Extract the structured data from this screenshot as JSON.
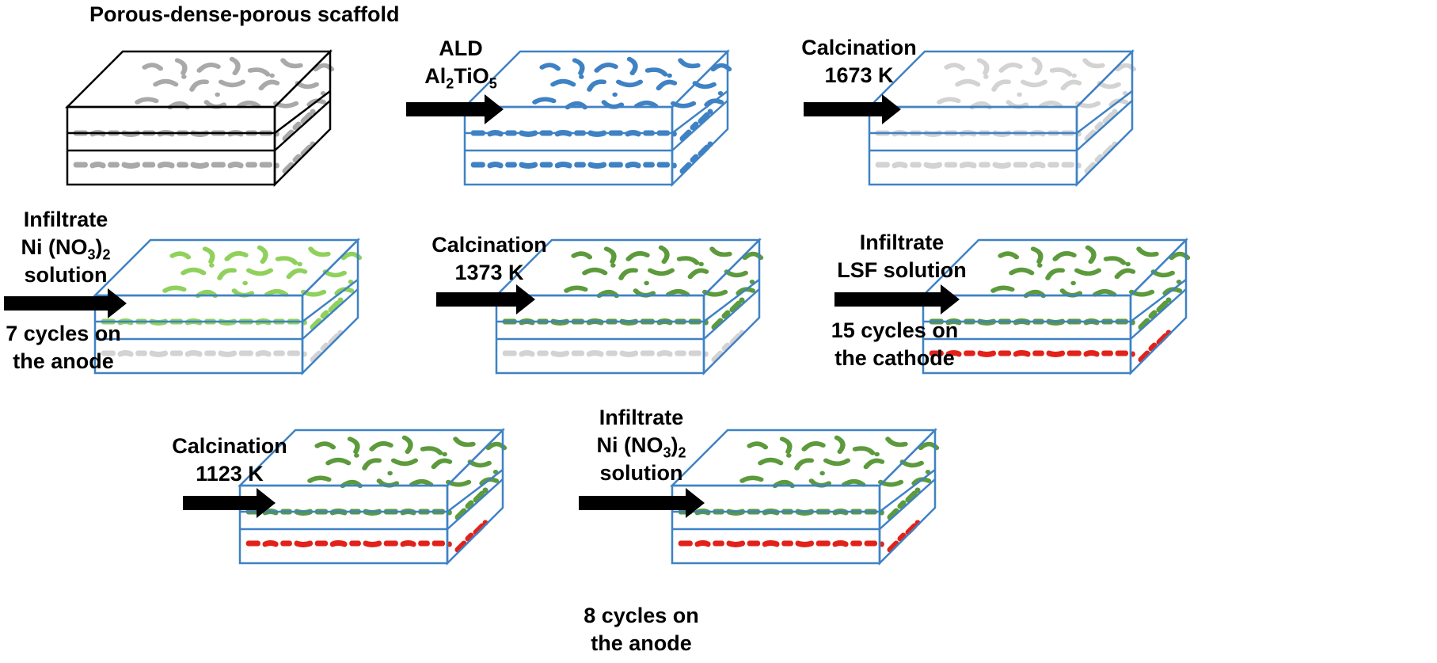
{
  "title": "Porous-dense-porous scaffold",
  "colors": {
    "outline_black": "#000000",
    "outline_blue": "#3f82c4",
    "pore_gray": "#a9a9a9",
    "pore_light_gray": "#d3d3d3",
    "pore_blue": "#3f82c4",
    "pore_light_green": "#8fd15c",
    "pore_green": "#5c9a3c",
    "pore_red": "#e2221a",
    "arrow": "#000000"
  },
  "scaffolds": [
    {
      "id": "s1",
      "outline": "outline_black",
      "top": "pore_gray",
      "anode": "pore_gray",
      "cathode": "pore_gray"
    },
    {
      "id": "s2",
      "outline": "outline_blue",
      "top": "pore_blue",
      "anode": "pore_blue",
      "cathode": "pore_blue"
    },
    {
      "id": "s3",
      "outline": "outline_blue",
      "top": "pore_light_gray",
      "anode": "pore_light_gray",
      "cathode": "pore_light_gray"
    },
    {
      "id": "s4",
      "outline": "outline_blue",
      "top": "pore_light_green",
      "anode": "pore_light_green",
      "cathode": "pore_light_gray"
    },
    {
      "id": "s5",
      "outline": "outline_blue",
      "top": "pore_green",
      "anode": "pore_green",
      "cathode": "pore_light_gray"
    },
    {
      "id": "s6",
      "outline": "outline_blue",
      "top": "pore_green",
      "anode": "pore_green",
      "cathode": "pore_red"
    },
    {
      "id": "s7",
      "outline": "outline_blue",
      "top": "pore_green",
      "anode": "pore_green",
      "cathode": "pore_red"
    },
    {
      "id": "s8",
      "outline": "outline_blue",
      "top": "pore_green",
      "anode": "pore_green",
      "cathode": "pore_red"
    }
  ],
  "steps": {
    "ald": {
      "line1": "ALD",
      "formula": {
        "a": "Al",
        "a_sub": "2",
        "b": "TiO",
        "b_sub": "5"
      }
    },
    "calc1": {
      "line1": "Calcination",
      "line2": "1673 K"
    },
    "infil_ni1": {
      "line1": "Infiltrate",
      "line2_pre": "Ni (NO",
      "line2_sub1": "3",
      "line2_close": ")",
      "line2_sub2": "2",
      "line3": "solution",
      "below1": "7 cycles on",
      "below2": "the anode"
    },
    "calc2": {
      "line1": "Calcination",
      "line2": "1373 K"
    },
    "infil_lsf": {
      "line1": "Infiltrate",
      "line2": "LSF solution",
      "below1": "15 cycles on",
      "below2": "the cathode"
    },
    "calc3": {
      "line1": "Calcination",
      "line2": "1123 K"
    },
    "infil_ni2": {
      "line1": "Infiltrate",
      "line2_pre": "Ni (NO",
      "line2_sub1": "3",
      "line2_close": ")",
      "line2_sub2": "2",
      "line3": "solution",
      "below1": "8 cycles on",
      "below2": "the anode"
    }
  }
}
